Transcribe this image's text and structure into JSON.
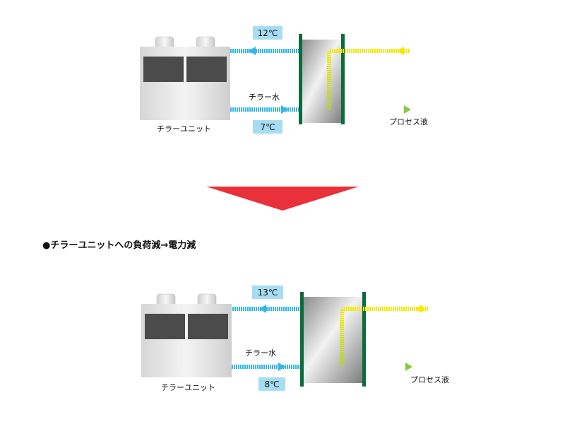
{
  "top_diagram": {
    "unit_label": "チラーユニット",
    "water_label": "チラー水",
    "return_temp": "12℃",
    "supply_temp": "7℃",
    "process_label": "プロセス液"
  },
  "note": "●チラーユニットへの負荷減→電力減",
  "bottom_diagram": {
    "unit_label": "チラーユニット",
    "water_label": "チラー水",
    "return_temp": "13℃",
    "supply_temp": "8℃",
    "process_label": "プロセス液"
  },
  "colors": {
    "water": "#35b6e8",
    "process_yellow": "#f2ea00",
    "process_green": "#8cc63e",
    "frame_green": "#0d6b3a",
    "arrow_red": "#e8313a",
    "label_box": "#a8dcf2",
    "unit_panel": "#4b4b4b"
  }
}
